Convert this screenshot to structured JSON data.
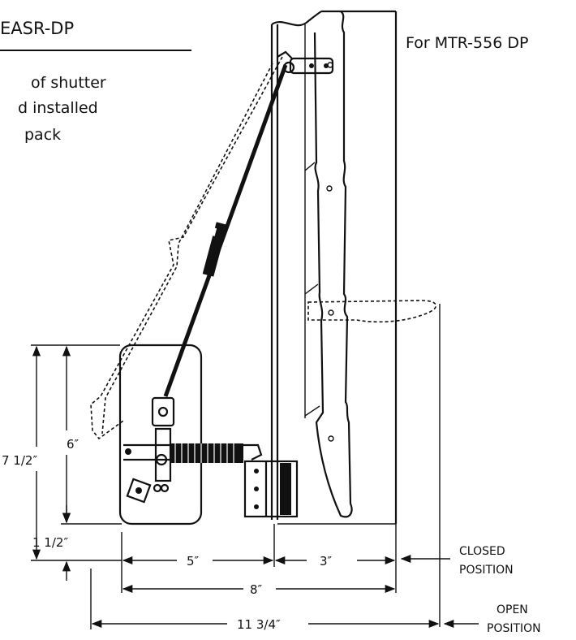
{
  "title": "EASR-DP",
  "caption_lines": [
    "of shutter",
    "d installed",
    "pack"
  ],
  "model_label": "For MTR-556 DP",
  "dimensions": {
    "d6": "6″",
    "d7_5": "7 1/2″",
    "d1_5": "1 1/2″",
    "d5": "5″",
    "d3": "3″",
    "d8": "8″",
    "d11_75": "11 3/4″"
  },
  "closed_label": [
    "CLOSED",
    "POSITION"
  ],
  "open_label": [
    "OPEN",
    "POSITION"
  ]
}
